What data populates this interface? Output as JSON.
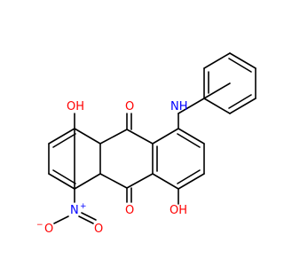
{
  "molecule": {
    "atom_labels": {
      "o_carbonyl_top": "O",
      "o_carbonyl_bottom": "O",
      "oh_top_left": "OH",
      "oh_bottom_right": "OH",
      "nh": "NH",
      "nitro_n": "N",
      "nitro_n_charge": "+",
      "nitro_o_left": "O",
      "nitro_o_left_charge": "−",
      "nitro_o_right": "O"
    },
    "colors": {
      "carbon_bond": "#000000",
      "oxygen": "#ff0000",
      "nitrogen": "#0000ff"
    }
  }
}
